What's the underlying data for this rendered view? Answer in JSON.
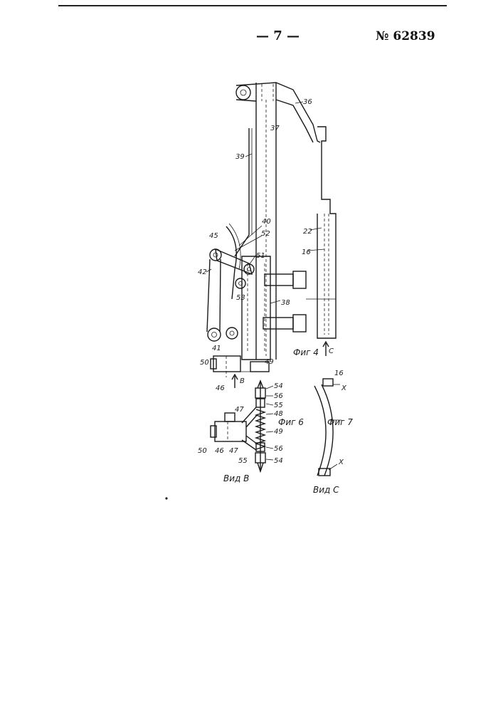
{
  "header": {
    "page_number": "— 7 —",
    "patent_number": "№ 62839"
  },
  "figures": {
    "fig4": {
      "caption": "Фиг 4",
      "view_b_arrow": "В",
      "view_c_arrow": "С",
      "part_labels": [
        "36",
        "37",
        "39",
        "40",
        "45",
        "52",
        "51",
        "22",
        "16",
        "42",
        "53",
        "38",
        "41",
        "50",
        "49",
        "46"
      ]
    },
    "fig6": {
      "caption": "Фиг 6",
      "view_caption": "Вид В",
      "part_labels": [
        "54",
        "56",
        "55",
        "47",
        "48",
        "49",
        "50",
        "46",
        "47",
        "55",
        "56",
        "54"
      ]
    },
    "fig7": {
      "caption": "Фиг 7",
      "view_caption": "Вид С",
      "part_labels": [
        "16",
        "X",
        "X"
      ]
    }
  }
}
